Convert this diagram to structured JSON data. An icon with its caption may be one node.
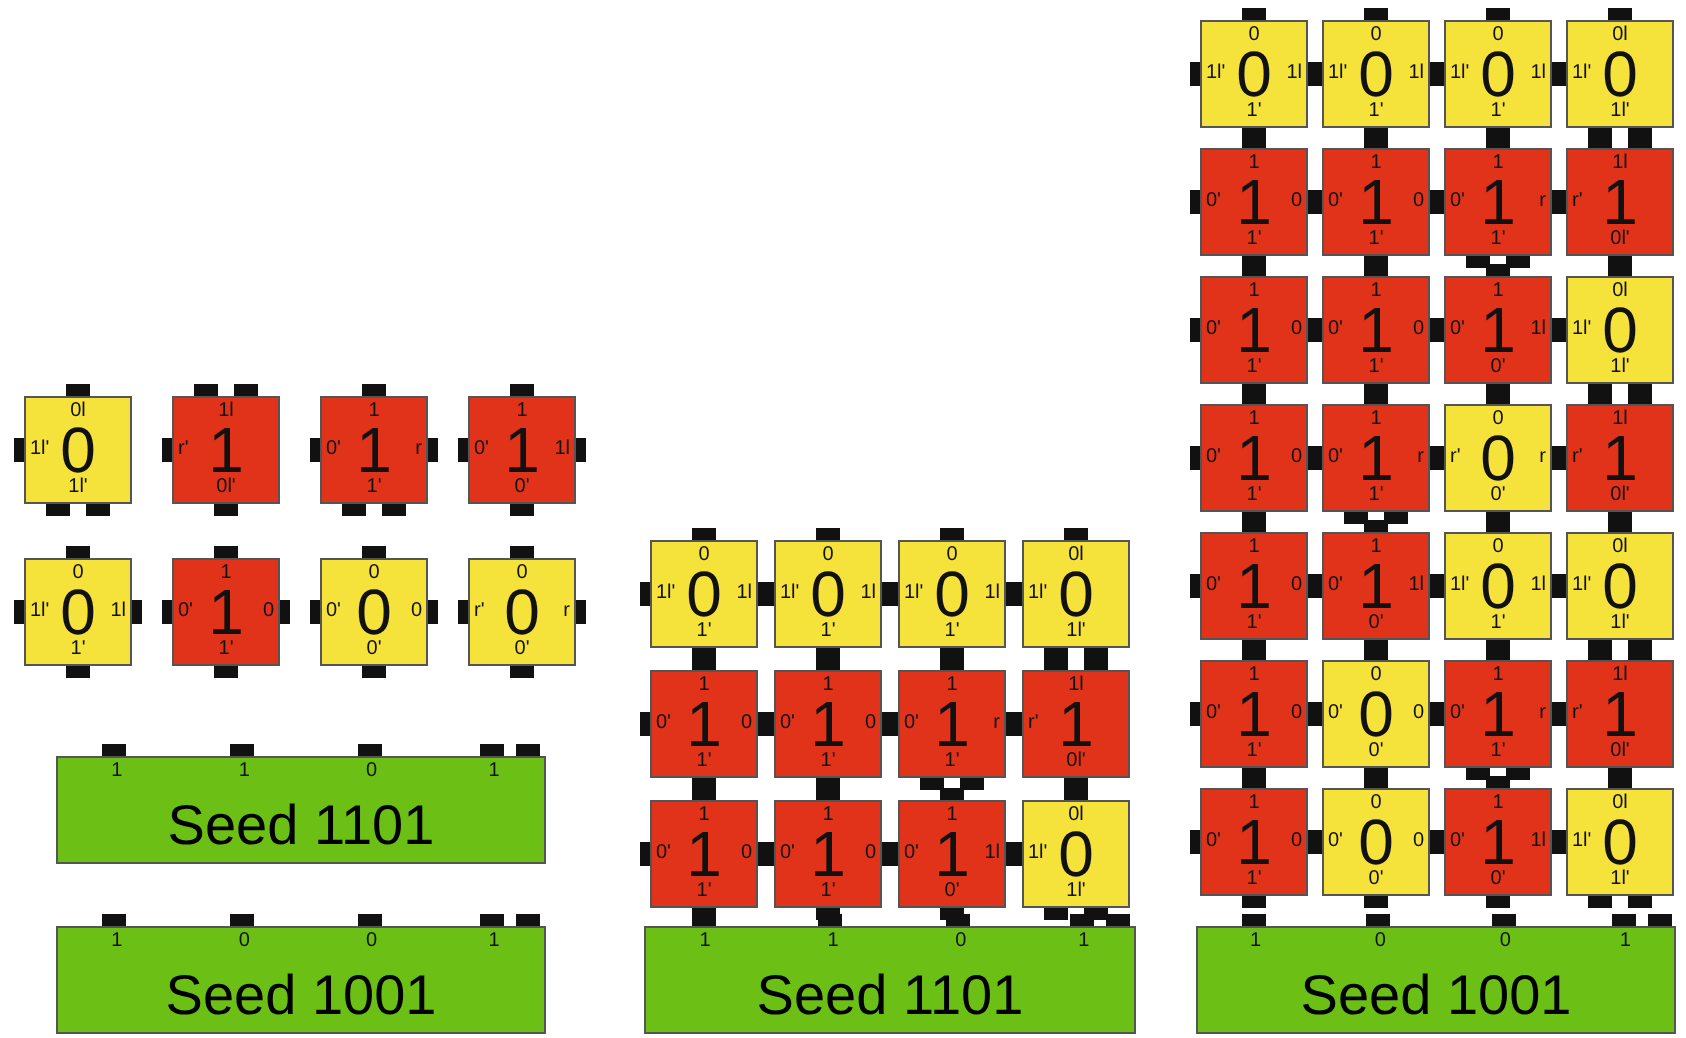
{
  "diagram": {
    "nodes": [
      {
        "text": [
          "0l",
          "1l'",
          "0",
          "1l'"
        ]
      },
      {
        "text": [
          "1l",
          "r'",
          "1",
          "0l'"
        ]
      },
      {
        "text": [
          "1",
          "0'",
          "1",
          "r",
          "1'"
        ]
      },
      {
        "text": [
          "1",
          "0'",
          "1",
          "1l",
          "0'"
        ]
      },
      {
        "text": [
          "0",
          "1l'",
          "0",
          "1l",
          "1'"
        ]
      },
      {
        "text": [
          "1",
          "0'",
          "1",
          "0",
          "1'"
        ]
      },
      {
        "text": [
          "0",
          "0'",
          "0",
          "0",
          "0'"
        ]
      },
      {
        "text": [
          "0",
          "r'",
          "0",
          "r",
          "0'"
        ]
      },
      {
        "text": [
          "1",
          "1",
          "0",
          "1",
          "Seed 1101"
        ]
      },
      {
        "text": [
          "1",
          "0",
          "0",
          "1",
          "Seed 1001"
        ]
      },
      {
        "text": [
          "0",
          "1l'",
          "0",
          "1l",
          "1'"
        ]
      },
      {
        "text": [
          "0",
          "1l'",
          "0",
          "1l",
          "1'"
        ]
      },
      {
        "text": [
          "0",
          "1l'",
          "0",
          "1l",
          "1'"
        ]
      },
      {
        "text": [
          "0l",
          "1l'",
          "0",
          "1l'"
        ]
      },
      {
        "text": [
          "1",
          "0'",
          "1",
          "0",
          "1'"
        ]
      },
      {
        "text": [
          "1",
          "0'",
          "1",
          "0",
          "1'"
        ]
      },
      {
        "text": [
          "1",
          "0'",
          "1",
          "r",
          "1'"
        ]
      },
      {
        "text": [
          "1l",
          "r'",
          "1",
          "0l'"
        ]
      },
      {
        "text": [
          "1",
          "0'",
          "1",
          "0",
          "1'"
        ]
      },
      {
        "text": [
          "1",
          "0'",
          "1",
          "0",
          "1'"
        ]
      },
      {
        "text": [
          "1",
          "0'",
          "1",
          "1l",
          "0'"
        ]
      },
      {
        "text": [
          "0l",
          "1l'",
          "0",
          "1l'"
        ]
      },
      {
        "text": [
          "1",
          "1",
          "0",
          "1",
          "Seed 1101"
        ]
      },
      {
        "text": [
          "0",
          "1l'",
          "0",
          "1l",
          "1'"
        ]
      },
      {
        "text": [
          "0",
          "1l'",
          "0",
          "1l",
          "1'"
        ]
      },
      {
        "text": [
          "0",
          "1l'",
          "0",
          "1l",
          "1'"
        ]
      },
      {
        "text": [
          "0l",
          "1l'",
          "0",
          "1l'"
        ]
      },
      {
        "text": [
          "1",
          "0'",
          "1",
          "0",
          "1'"
        ]
      },
      {
        "text": [
          "1",
          "0'",
          "1",
          "0",
          "1'"
        ]
      },
      {
        "text": [
          "1",
          "0'",
          "1",
          "r",
          "1'"
        ]
      },
      {
        "text": [
          "1l",
          "r'",
          "1",
          "0l'"
        ]
      },
      {
        "text": [
          "1",
          "0'",
          "1",
          "0",
          "1'"
        ]
      },
      {
        "text": [
          "1",
          "0'",
          "1",
          "0",
          "1'"
        ]
      },
      {
        "text": [
          "1",
          "0'",
          "1",
          "1l",
          "0'"
        ]
      },
      {
        "text": [
          "0l",
          "1l'",
          "0",
          "1l'"
        ]
      },
      {
        "text": [
          "1",
          "0'",
          "1",
          "0",
          "1'"
        ]
      },
      {
        "text": [
          "1",
          "0'",
          "1",
          "r",
          "1'"
        ]
      },
      {
        "text": [
          "0",
          "r'",
          "0",
          "r",
          "0'"
        ]
      },
      {
        "text": [
          "1l",
          "r'",
          "1",
          "0l'"
        ]
      },
      {
        "text": [
          "1",
          "0'",
          "1",
          "0",
          "1'"
        ]
      },
      {
        "text": [
          "1",
          "0'",
          "1",
          "1l",
          "0'"
        ]
      },
      {
        "text": [
          "0",
          "1l'",
          "0",
          "1l",
          "1'"
        ]
      },
      {
        "text": [
          "0l",
          "1l'",
          "0",
          "1l'"
        ]
      },
      {
        "text": [
          "1",
          "0'",
          "1",
          "0",
          "1'"
        ]
      },
      {
        "text": [
          "0",
          "0'",
          "0",
          "0",
          "0'"
        ]
      },
      {
        "text": [
          "1",
          "0'",
          "1",
          "r",
          "1'"
        ]
      },
      {
        "text": [
          "1l",
          "r'",
          "1",
          "0l'"
        ]
      },
      {
        "text": [
          "1",
          "0'",
          "1",
          "0",
          "1'"
        ]
      },
      {
        "text": [
          "0",
          "0'",
          "0",
          "0",
          "0'"
        ]
      },
      {
        "text": [
          "1",
          "0'",
          "1",
          "1l",
          "0'"
        ]
      },
      {
        "text": [
          "0l",
          "1l'",
          "0",
          "1l'"
        ]
      },
      {
        "text": [
          "1",
          "0",
          "0",
          "1",
          "Seed 1001"
        ]
      }
    ]
  }
}
